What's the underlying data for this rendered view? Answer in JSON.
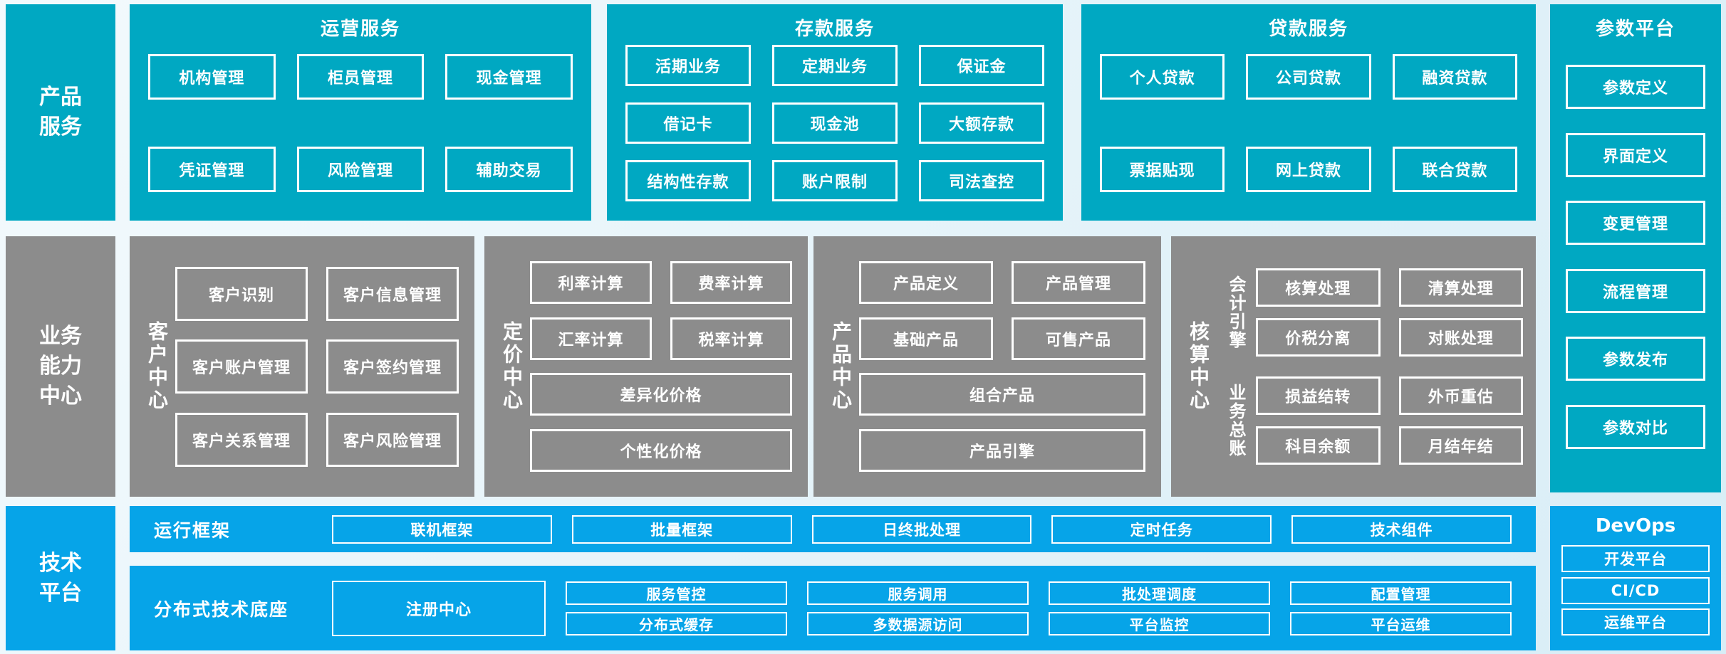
{
  "colors": {
    "teal": "#00A8C2",
    "gray": "#8C8C8C",
    "azure": "#06A4E8",
    "background_top": "#F3FAFD",
    "background_bottom": "#D8EDF6",
    "box_border": "#FFFFFF",
    "text": "#FFFFFF"
  },
  "rows": {
    "product": {
      "label": "产品\n服务",
      "sections": [
        {
          "title": "运营服务",
          "items": [
            "机构管理",
            "柜员管理",
            "现金管理",
            "凭证管理",
            "风险管理",
            "辅助交易"
          ]
        },
        {
          "title": "存款服务",
          "items": [
            "活期业务",
            "定期业务",
            "保证金",
            "借记卡",
            "现金池",
            "大额存款",
            "结构性存款",
            "账户限制",
            "司法查控"
          ]
        },
        {
          "title": "贷款服务",
          "items": [
            "个人贷款",
            "公司贷款",
            "融资贷款",
            "票据贴现",
            "网上贷款",
            "联合贷款"
          ]
        }
      ]
    },
    "parameter_platform": {
      "title": "参数平台",
      "items": [
        "参数定义",
        "界面定义",
        "变更管理",
        "流程管理",
        "参数发布",
        "参数对比"
      ]
    },
    "capability": {
      "label": "业务\n能力\n中心",
      "centers": [
        {
          "label": "客户中心",
          "items": [
            "客户识别",
            "客户信息管理",
            "客户账户管理",
            "客户签约管理",
            "客户关系管理",
            "客户风险管理"
          ]
        },
        {
          "label": "定价中心",
          "items": [
            "利率计算",
            "费率计算",
            "汇率计算",
            "税率计算"
          ],
          "wide_items": [
            "差异化价格",
            "个性化价格"
          ]
        },
        {
          "label": "产品中心",
          "items": [
            "产品定义",
            "产品管理",
            "基础产品",
            "可售产品"
          ],
          "wide_items": [
            "组合产品",
            "产品引擎"
          ]
        },
        {
          "label": "核算中心",
          "groups": [
            {
              "label": "会计引擎",
              "items": [
                "核算处理",
                "清算处理",
                "价税分离",
                "对账处理"
              ]
            },
            {
              "label": "业务总账",
              "items": [
                "损益结转",
                "外币重估",
                "科目余额",
                "月结年结"
              ]
            }
          ]
        }
      ]
    },
    "tech": {
      "label": "技术\n平台",
      "runtime": {
        "label": "运行框架",
        "items": [
          "联机框架",
          "批量框架",
          "日终批处理",
          "定时任务",
          "技术组件"
        ]
      },
      "distributed": {
        "label": "分布式技术底座",
        "registry": "注册中心",
        "columns": [
          [
            "服务管控",
            "分布式缓存"
          ],
          [
            "服务调用",
            "多数据源访问"
          ],
          [
            "批处理调度",
            "平台监控"
          ],
          [
            "配置管理",
            "平台运维"
          ]
        ]
      },
      "devops": {
        "title": "DevOps",
        "items": [
          "开发平台",
          "CI/CD",
          "运维平台"
        ]
      }
    }
  }
}
